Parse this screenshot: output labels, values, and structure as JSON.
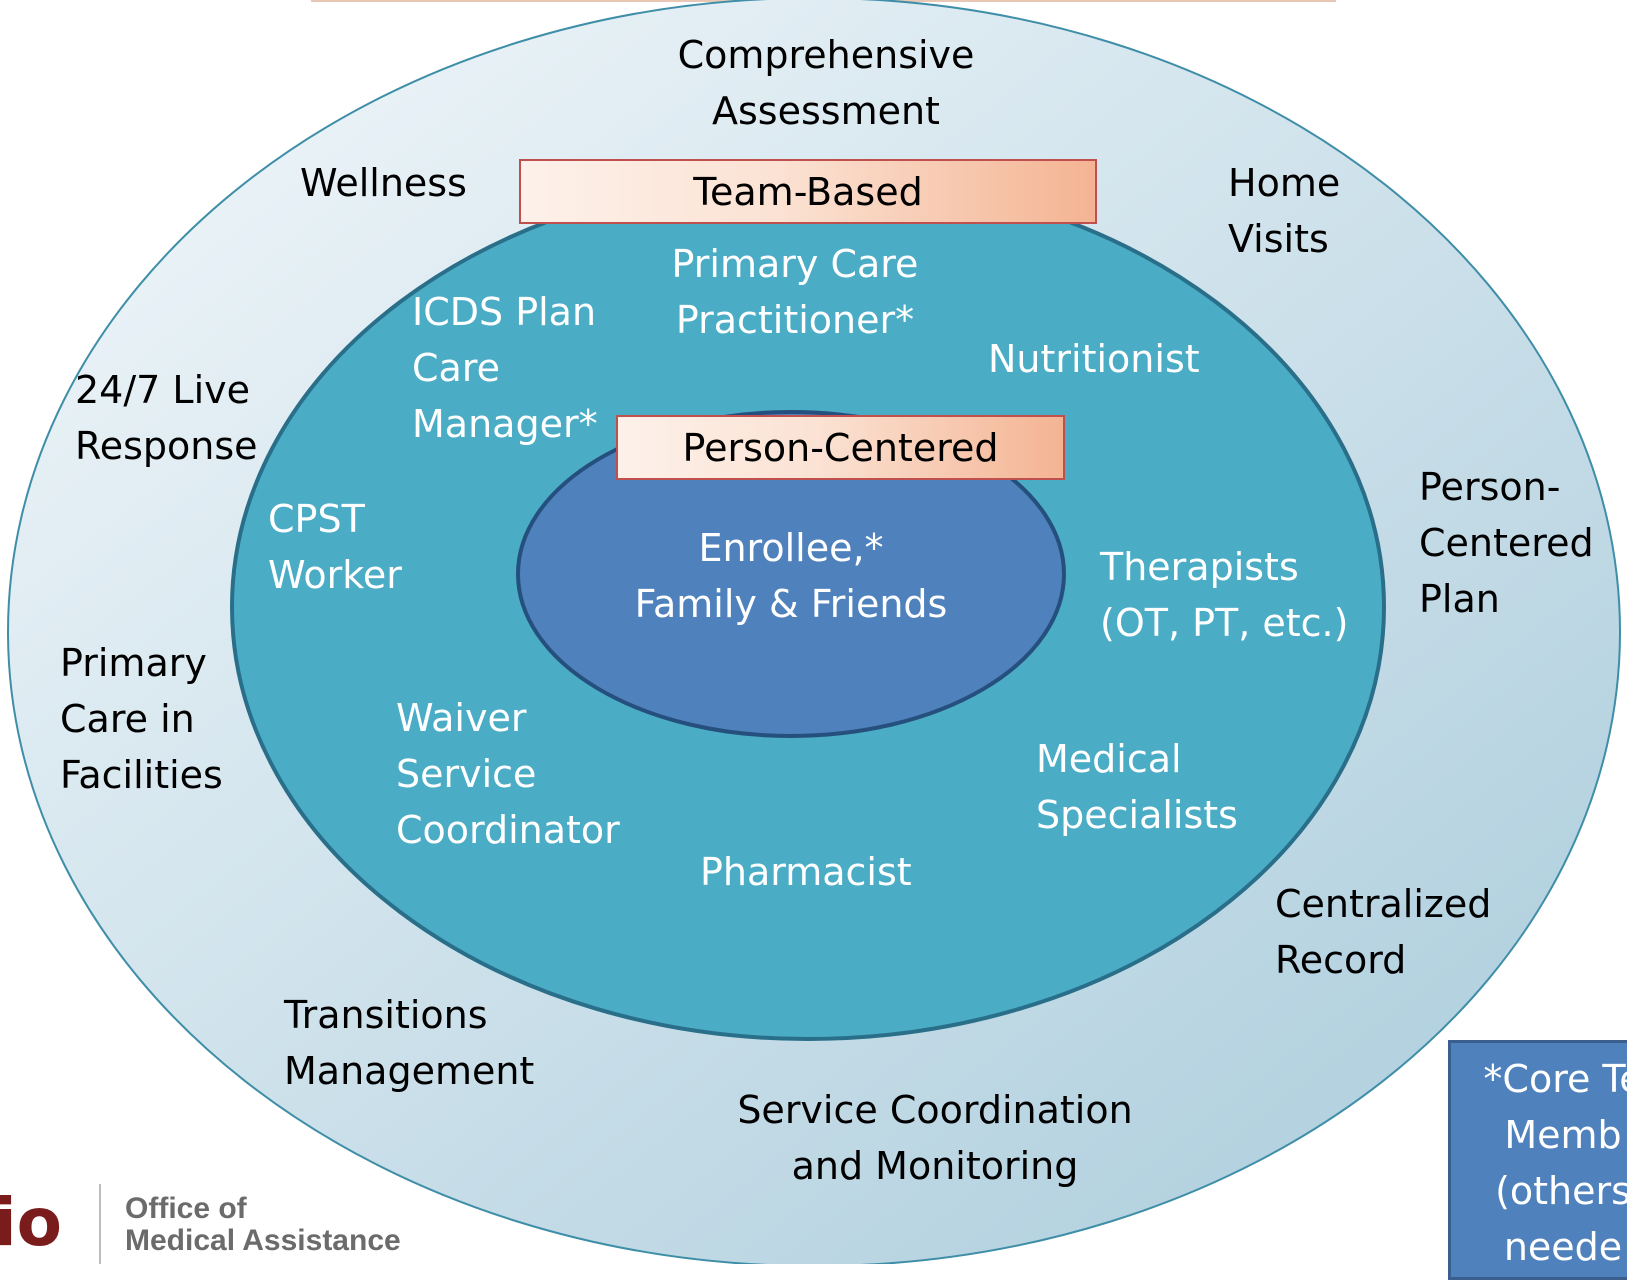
{
  "colors": {
    "outer_light": "#f3f8fb",
    "outer_dark": "#a9cbdb",
    "middle": "#4bacc6",
    "inner": "#4f81bd",
    "banner_border": "#c0504d",
    "note_bg": "#4f81bd",
    "logo": "#7b1c1c"
  },
  "outer_ring": {
    "comprehensive_assessment": "Comprehensive\nAssessment",
    "wellness": "Wellness",
    "home_visits": "Home\nVisits",
    "live_response": "24/7 Live\nResponse",
    "person_centered_plan": "Person-\nCentered\nPlan",
    "primary_care_facilities": "Primary\nCare in\nFacilities",
    "centralized_record": "Centralized\nRecord",
    "transitions_management": "Transitions\nManagement",
    "service_coordination": "Service Coordination\nand Monitoring"
  },
  "team_ring": {
    "banner": "Team-Based",
    "primary_care_practitioner": "Primary Care\nPractitioner*",
    "icds_care_manager": "ICDS Plan\nCare\nManager*",
    "nutritionist": "Nutritionist",
    "cpst_worker": "CPST\nWorker",
    "therapists": "Therapists\n(OT, PT, etc.)",
    "waiver_coordinator": "Waiver\nService\nCoordinator",
    "medical_specialists": "Medical\nSpecialists",
    "pharmacist": "Pharmacist"
  },
  "center": {
    "banner": "Person-Centered",
    "enrollee": "Enrollee,*\nFamily & Friends"
  },
  "note": {
    "text": "*Core Te\nMemb\n(others\nneede"
  },
  "logo": {
    "mark": "io",
    "text": "Office of\nMedical Assistance"
  }
}
